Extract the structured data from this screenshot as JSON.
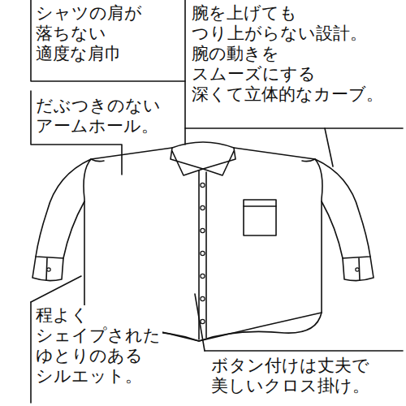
{
  "diagram": {
    "labels": [
      "シャツの肩が 落ちない 適度な肩巾",
      "腕を上げても つり上がらない設計。 腕の動きを スムーズにする 深くて立体的なカーブ。",
      "だぶつきのない アームホール。",
      "程よく シェイプされた ゆとりのある シルエット。",
      "ボタン付けは丈夫で 美しいクロス掛け。"
    ]
  }
}
